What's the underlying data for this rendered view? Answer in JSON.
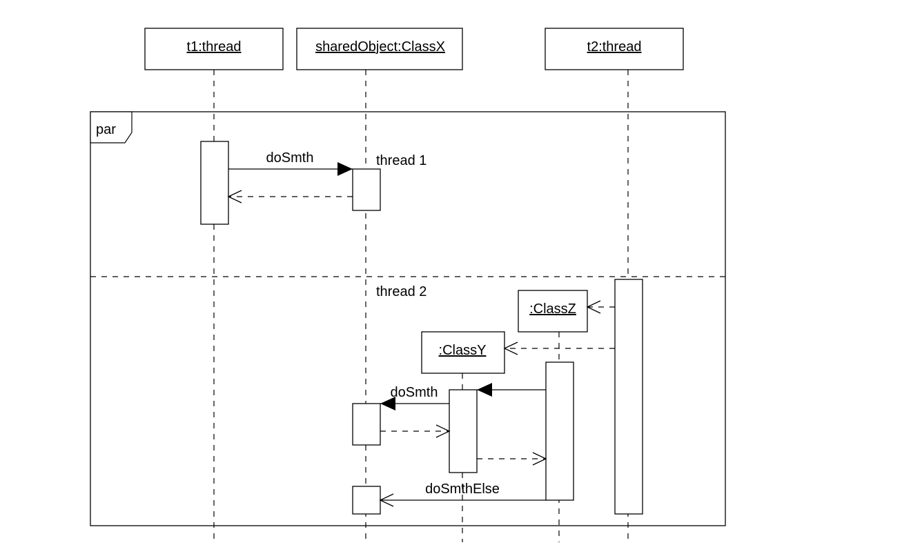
{
  "diagram": {
    "type": "uml-sequence",
    "participants": {
      "t1": "t1:thread",
      "shared": "sharedObject:ClassX",
      "t2": "t2:thread",
      "classz": ":ClassZ",
      "classy": ":ClassY"
    },
    "fragment": {
      "operator": "par",
      "guard1": "thread 1",
      "guard2": "thread 2"
    },
    "messages": {
      "m1": "doSmth",
      "m2": "doSmth",
      "m3": "doSmthElse"
    }
  }
}
